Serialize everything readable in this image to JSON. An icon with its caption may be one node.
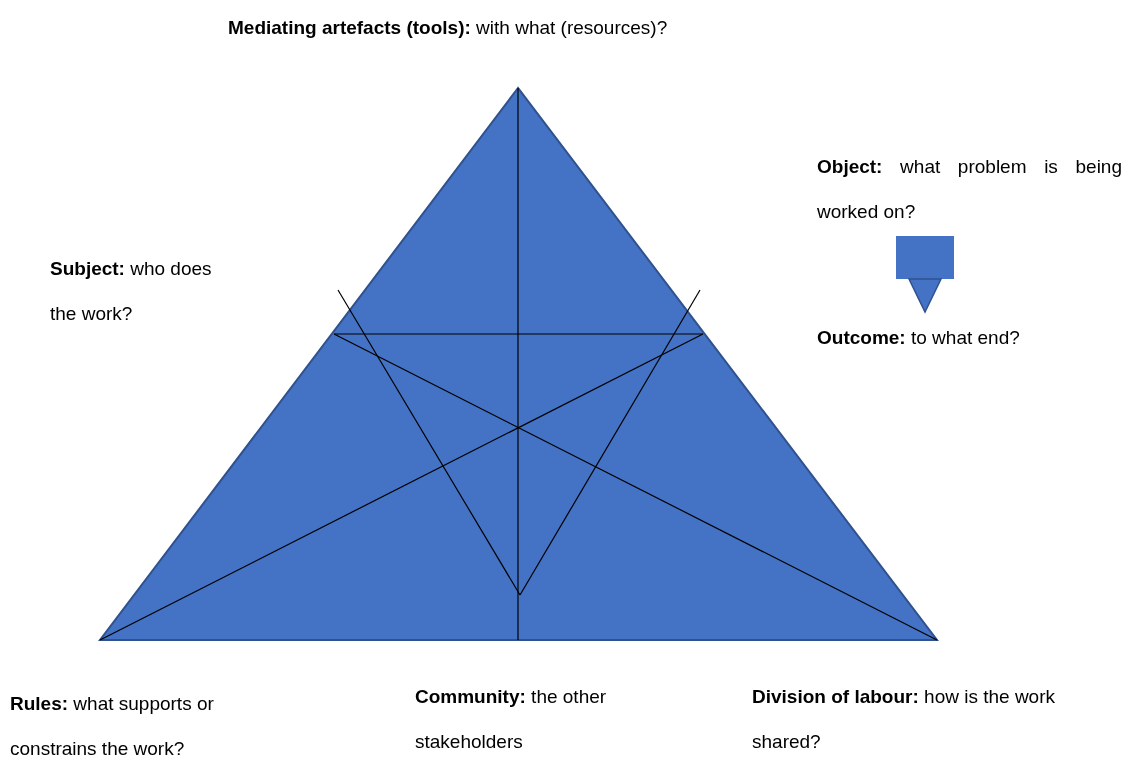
{
  "diagram": {
    "nodes": [
      {
        "text": [
          "**Object:** what problem is being worked on?"
        ]
      },
      {
        "text": [
          "**Outcome:** to what end?"
        ]
      }
    ],
    "edges": [
      {
        "from": 0,
        "to": 1,
        "arrow": "to"
      }
    ],
    "labels": [
      "**Mediating artefacts (tools):** with what (resources)?",
      "**Subject:** who does the work?",
      "**Rules:** what supports or constrains the work?",
      "**Community:** the other stakeholders",
      "**Division of labour:** how is the work shared?"
    ]
  }
}
